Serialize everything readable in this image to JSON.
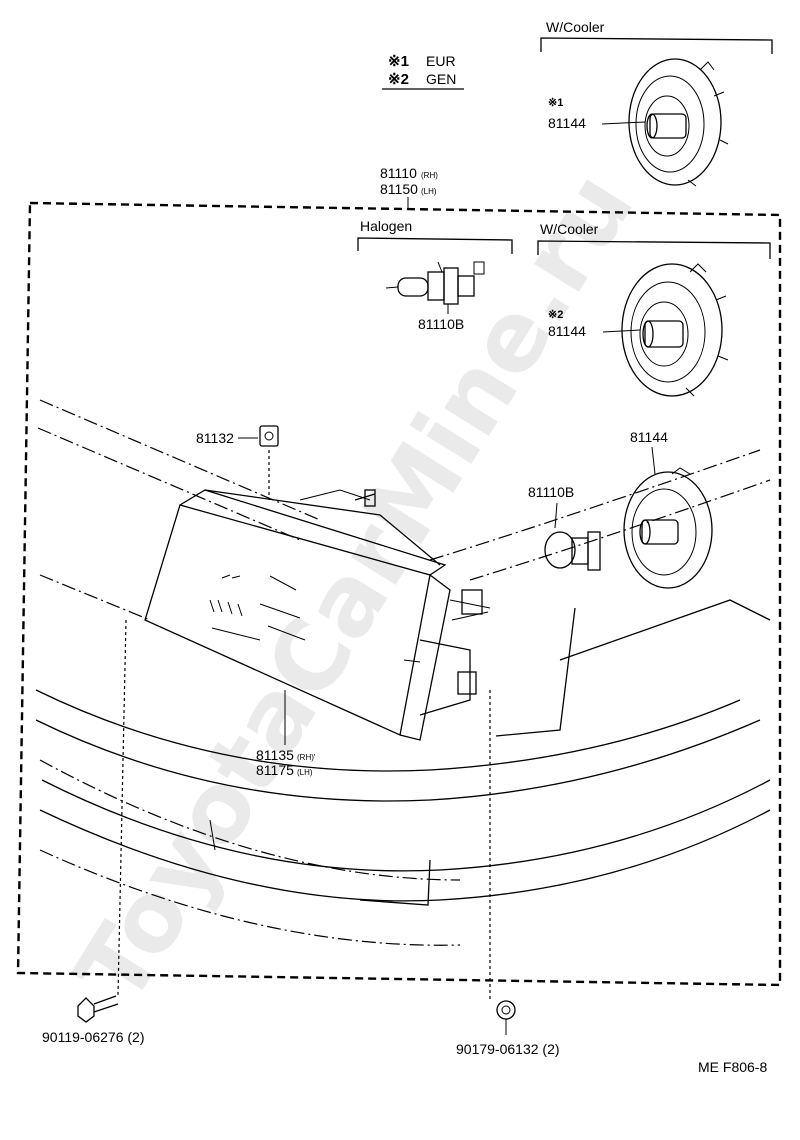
{
  "legend": {
    "note1_mark": "※1",
    "note1_text": "EUR",
    "note2_mark": "※2",
    "note2_text": "GEN"
  },
  "top_group": {
    "label": "W/Cooler",
    "mark": "※1",
    "part": "81144"
  },
  "assembly": {
    "part_rh": "81110",
    "part_rh_suffix": "(RH)",
    "part_lh": "81150",
    "part_lh_suffix": "(LH)"
  },
  "halogen_group": {
    "label": "Halogen",
    "part": "81110B"
  },
  "cooler_group": {
    "label": "W/Cooler",
    "mark": "※2",
    "part": "81144"
  },
  "parts": {
    "clip": "81132",
    "bulb_lower": "81110B",
    "socket_lower": "81144",
    "lens_rh": "81135",
    "lens_rh_suffix": "(RH)'",
    "lens_lh": "81175",
    "lens_lh_suffix": "(LH)",
    "bolt": "90119-06276  (2)",
    "nut": "90179-06132  (2)"
  },
  "figure_code": "ME F806-8",
  "watermark": "ToyotaCarMine.ru"
}
